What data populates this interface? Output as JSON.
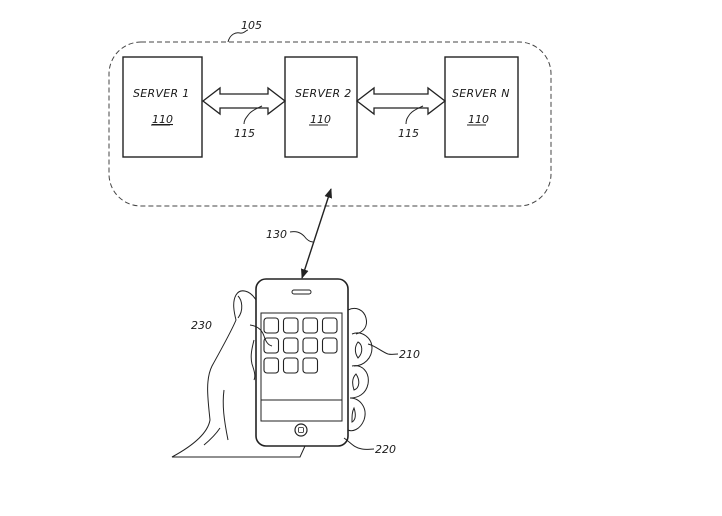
{
  "diagram": {
    "network_group": {
      "ref": "105"
    },
    "servers": [
      {
        "title": "SERVER 1",
        "ref": "110"
      },
      {
        "title": "SERVER 2",
        "ref": "110"
      },
      {
        "title": "SERVER N",
        "ref": "110"
      }
    ],
    "server_links": [
      {
        "ref": "115"
      },
      {
        "ref": "115"
      }
    ],
    "wireless_link": {
      "ref": "130"
    },
    "hand": {
      "ref": "210"
    },
    "device": {
      "ref": "220"
    },
    "app_icons": {
      "ref": "230",
      "count": 11
    }
  }
}
